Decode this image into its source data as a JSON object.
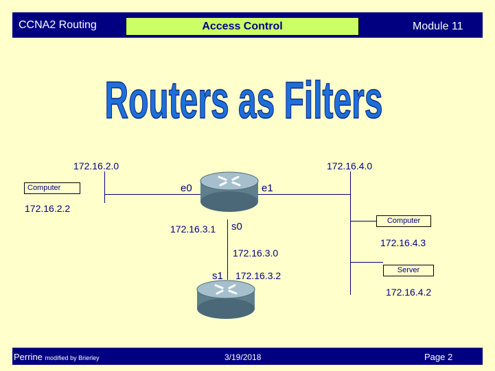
{
  "header": {
    "left_label": "CCNA2 Routing",
    "title": "Access Control",
    "right_label": "Module 11"
  },
  "banner": {
    "text": "Routers as Filters",
    "color": "#1e6fd9"
  },
  "diagram": {
    "networks": [
      "172.16.2.0",
      "172.16.4.0",
      "172.16.3.0"
    ],
    "hosts": [
      {
        "label": "Computer",
        "address": "172.16.2.2"
      },
      {
        "label": "Computer",
        "address": "172.16.4.3"
      },
      {
        "label": "Server",
        "address": "172.16.4.2"
      }
    ],
    "router_top": {
      "e0": "e0",
      "e1": "e1",
      "s0": "s0",
      "s0_address": "172.16.3.1"
    },
    "router_bottom": {
      "s1": "s1",
      "s1_address": "172.16.3.2"
    }
  },
  "footer": {
    "author": "Perrine",
    "author_note": "modified by Brierley",
    "date": "3/19/2018",
    "page": "Page 2"
  },
  "colors": {
    "header_bg": "#000080",
    "page_bg": "#ffffcc",
    "title_bg": "#ccff66",
    "text": "#000080"
  }
}
